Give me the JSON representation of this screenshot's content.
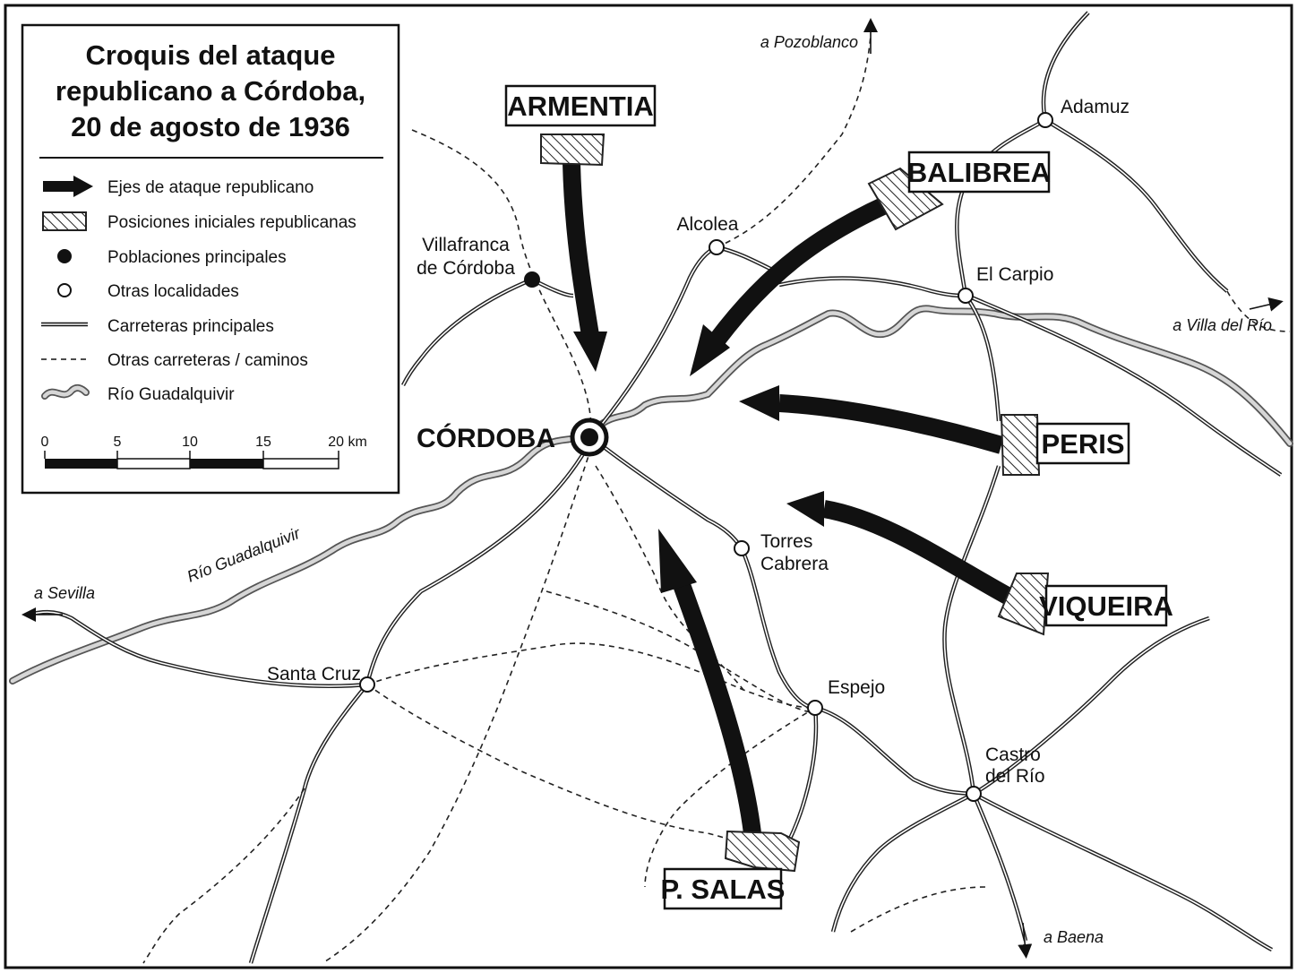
{
  "legend": {
    "title_lines": [
      "Croquis del ataque",
      "republicano a Córdoba,",
      "20 de agosto de 1936"
    ],
    "items": [
      {
        "symbol": "attack-arrow",
        "label": "Ejes de ataque republicano"
      },
      {
        "symbol": "hatched-rectangle",
        "label": "Posiciones iniciales republicanas"
      },
      {
        "symbol": "filled-circle",
        "label": "Poblaciones principales"
      },
      {
        "symbol": "open-circle",
        "label": "Otras localidades"
      },
      {
        "symbol": "double-line",
        "label": "Carreteras principales"
      },
      {
        "symbol": "dashed-line",
        "label": "Otras carreteras / caminos"
      },
      {
        "symbol": "wavy-river",
        "label": "Río Guadalquivir"
      }
    ],
    "scale": {
      "ticks": [
        "0",
        "5",
        "10",
        "15",
        "20 km"
      ]
    }
  },
  "city": {
    "name": "CÓRDOBA"
  },
  "towns": {
    "villafranca": [
      "Villafranca",
      "de Córdoba"
    ],
    "alcolea": "Alcolea",
    "adamuz": "Adamuz",
    "el_carpio": "El Carpio",
    "torres_cabrera": [
      "Torres",
      "Cabrera"
    ],
    "santa_cruz": "Santa Cruz",
    "espejo": "Espejo",
    "castro_del_rio": [
      "Castro",
      "del Río"
    ]
  },
  "destinations": {
    "pozoblanco": "a Pozoblanco",
    "villa_del_rio": "a Villa del Río",
    "sevilla": "a Sevilla",
    "baena": "a Baena"
  },
  "river_label": "Río Guadalquivir",
  "commanders": {
    "armentia": "ARMENTIA",
    "balibrea": "BALIBREA",
    "peris": "PERIS",
    "viqueira": "VIQUEIRA",
    "salas": "P. SALAS"
  },
  "colors": {
    "ink": "#111111",
    "river_fill": "#d6d6d6",
    "background": "#ffffff"
  }
}
